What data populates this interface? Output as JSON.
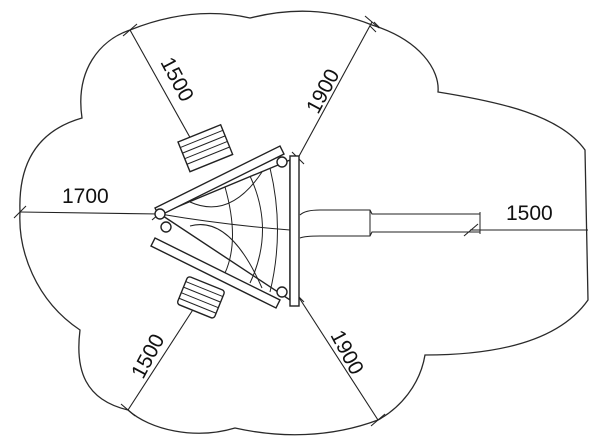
{
  "diagram": {
    "dimensions": {
      "upper_left_radius": "1500",
      "upper_right_radius": "1900",
      "left_radius": "1700",
      "slide_radius": "1500",
      "lower_left_radius": "1500",
      "lower_right_radius": "1900"
    },
    "colors": {
      "line": "#222222",
      "background": "#ffffff"
    }
  }
}
